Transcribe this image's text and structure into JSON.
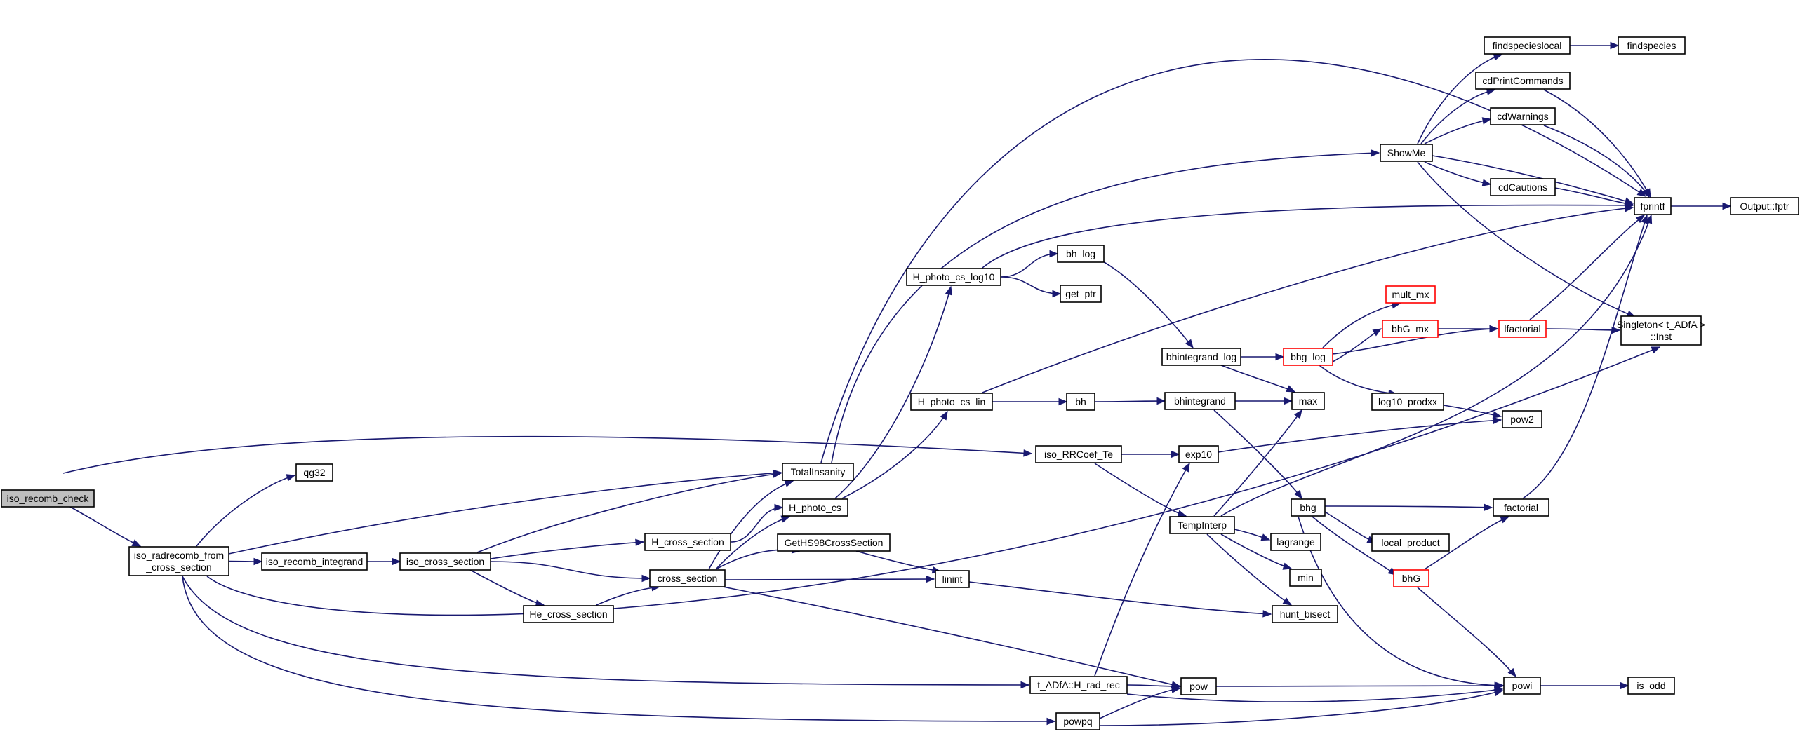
{
  "graph": {
    "nodes": [
      {
        "id": "iso_recomb_check",
        "lines": [
          "iso_recomb_check"
        ],
        "root": true
      },
      {
        "id": "iso_radrecomb_from_cross_section",
        "lines": [
          "iso_radrecomb_from",
          "_cross_section"
        ]
      },
      {
        "id": "qg32",
        "lines": [
          "qg32"
        ]
      },
      {
        "id": "iso_recomb_integrand",
        "lines": [
          "iso_recomb_integrand"
        ]
      },
      {
        "id": "iso_cross_section",
        "lines": [
          "iso_cross_section"
        ]
      },
      {
        "id": "TotalInsanity",
        "lines": [
          "TotalInsanity"
        ]
      },
      {
        "id": "H_photo_cs",
        "lines": [
          "H_photo_cs"
        ]
      },
      {
        "id": "H_cross_section",
        "lines": [
          "H_cross_section"
        ]
      },
      {
        "id": "cross_section",
        "lines": [
          "cross_section"
        ]
      },
      {
        "id": "He_cross_section",
        "lines": [
          "He_cross_section"
        ]
      },
      {
        "id": "GetHS98CrossSection",
        "lines": [
          "GetHS98CrossSection"
        ]
      },
      {
        "id": "H_photo_cs_log10",
        "lines": [
          "H_photo_cs_log10"
        ]
      },
      {
        "id": "H_photo_cs_lin",
        "lines": [
          "H_photo_cs_lin"
        ]
      },
      {
        "id": "bh_log",
        "lines": [
          "bh_log"
        ]
      },
      {
        "id": "get_ptr",
        "lines": [
          "get_ptr"
        ]
      },
      {
        "id": "bh",
        "lines": [
          "bh"
        ]
      },
      {
        "id": "iso_RRCoef_Te",
        "lines": [
          "iso_RRCoef_Te"
        ]
      },
      {
        "id": "t_ADfA_H_rad_rec",
        "lines": [
          "t_ADfA::H_rad_rec"
        ]
      },
      {
        "id": "powpq",
        "lines": [
          "powpq"
        ]
      },
      {
        "id": "exp10",
        "lines": [
          "exp10"
        ]
      },
      {
        "id": "linint",
        "lines": [
          "linint"
        ]
      },
      {
        "id": "pow",
        "lines": [
          "pow"
        ]
      },
      {
        "id": "bhintegrand_log",
        "lines": [
          "bhintegrand_log"
        ]
      },
      {
        "id": "bhintegrand",
        "lines": [
          "bhintegrand"
        ]
      },
      {
        "id": "TempInterp",
        "lines": [
          "TempInterp"
        ]
      },
      {
        "id": "max",
        "lines": [
          "max"
        ]
      },
      {
        "id": "bhg",
        "lines": [
          "bhg"
        ]
      },
      {
        "id": "lagrange",
        "lines": [
          "lagrange"
        ]
      },
      {
        "id": "min",
        "lines": [
          "min"
        ]
      },
      {
        "id": "hunt_bisect",
        "lines": [
          "hunt_bisect"
        ]
      },
      {
        "id": "bhg_log",
        "lines": [
          "bhg_log"
        ],
        "red": true
      },
      {
        "id": "mult_mx",
        "lines": [
          "mult_mx"
        ],
        "red": true
      },
      {
        "id": "bhG_mx",
        "lines": [
          "bhG_mx"
        ],
        "red": true
      },
      {
        "id": "log10_prodxx",
        "lines": [
          "log10_prodxx"
        ]
      },
      {
        "id": "local_product",
        "lines": [
          "local_product"
        ]
      },
      {
        "id": "bhG",
        "lines": [
          "bhG"
        ],
        "red": true
      },
      {
        "id": "ShowMe",
        "lines": [
          "ShowMe"
        ]
      },
      {
        "id": "findspecieslocal",
        "lines": [
          "findspecieslocal"
        ]
      },
      {
        "id": "cdPrintCommands",
        "lines": [
          "cdPrintCommands"
        ]
      },
      {
        "id": "cdWarnings",
        "lines": [
          "cdWarnings"
        ]
      },
      {
        "id": "cdCautions",
        "lines": [
          "cdCautions"
        ]
      },
      {
        "id": "lfactorial",
        "lines": [
          "lfactorial"
        ],
        "red": true
      },
      {
        "id": "pow2",
        "lines": [
          "pow2"
        ]
      },
      {
        "id": "factorial",
        "lines": [
          "factorial"
        ]
      },
      {
        "id": "powi",
        "lines": [
          "powi"
        ]
      },
      {
        "id": "findspecies",
        "lines": [
          "findspecies"
        ]
      },
      {
        "id": "fprintf",
        "lines": [
          "fprintf"
        ]
      },
      {
        "id": "Singleton_Inst",
        "lines": [
          "Singleton< t_ADfA >",
          "::Inst"
        ]
      },
      {
        "id": "Output_fptr",
        "lines": [
          "Output::fptr"
        ]
      },
      {
        "id": "is_odd",
        "lines": [
          "is_odd"
        ]
      }
    ],
    "edges": [
      [
        "iso_recomb_check",
        "iso_radrecomb_from_cross_section"
      ],
      [
        "iso_recomb_check",
        "iso_RRCoef_Te"
      ],
      [
        "iso_radrecomb_from_cross_section",
        "qg32"
      ],
      [
        "iso_radrecomb_from_cross_section",
        "iso_recomb_integrand"
      ],
      [
        "iso_radrecomb_from_cross_section",
        "TotalInsanity"
      ],
      [
        "iso_radrecomb_from_cross_section",
        "Singleton_Inst"
      ],
      [
        "iso_radrecomb_from_cross_section",
        "t_ADfA_H_rad_rec"
      ],
      [
        "iso_radrecomb_from_cross_section",
        "powpq"
      ],
      [
        "iso_recomb_integrand",
        "iso_cross_section"
      ],
      [
        "iso_cross_section",
        "TotalInsanity"
      ],
      [
        "iso_cross_section",
        "H_cross_section"
      ],
      [
        "iso_cross_section",
        "cross_section"
      ],
      [
        "iso_cross_section",
        "He_cross_section"
      ],
      [
        "H_cross_section",
        "H_photo_cs"
      ],
      [
        "He_cross_section",
        "cross_section"
      ],
      [
        "cross_section",
        "TotalInsanity"
      ],
      [
        "cross_section",
        "H_photo_cs"
      ],
      [
        "cross_section",
        "GetHS98CrossSection"
      ],
      [
        "cross_section",
        "linint"
      ],
      [
        "cross_section",
        "pow"
      ],
      [
        "GetHS98CrossSection",
        "linint"
      ],
      [
        "H_photo_cs",
        "H_photo_cs_log10"
      ],
      [
        "H_photo_cs",
        "H_photo_cs_lin"
      ],
      [
        "H_photo_cs_log10",
        "bh_log"
      ],
      [
        "H_photo_cs_log10",
        "get_ptr"
      ],
      [
        "H_photo_cs_log10",
        "fprintf"
      ],
      [
        "H_photo_cs_lin",
        "bh"
      ],
      [
        "H_photo_cs_lin",
        "fprintf"
      ],
      [
        "bh_log",
        "bhintegrand_log"
      ],
      [
        "bh",
        "bhintegrand"
      ],
      [
        "TotalInsanity",
        "fprintf"
      ],
      [
        "TotalInsanity",
        "ShowMe"
      ],
      [
        "iso_RRCoef_Te",
        "exp10"
      ],
      [
        "iso_RRCoef_Te",
        "TempInterp"
      ],
      [
        "t_ADfA_H_rad_rec",
        "exp10"
      ],
      [
        "t_ADfA_H_rad_rec",
        "pow"
      ],
      [
        "t_ADfA_H_rad_rec",
        "powi"
      ],
      [
        "powpq",
        "pow"
      ],
      [
        "powpq",
        "powi"
      ],
      [
        "exp10",
        "pow2"
      ],
      [
        "linint",
        "hunt_bisect"
      ],
      [
        "pow",
        "powi"
      ],
      [
        "bhintegrand_log",
        "bhg_log"
      ],
      [
        "bhintegrand_log",
        "max"
      ],
      [
        "bhintegrand",
        "max"
      ],
      [
        "bhintegrand",
        "bhg"
      ],
      [
        "TempInterp",
        "max"
      ],
      [
        "TempInterp",
        "lagrange"
      ],
      [
        "TempInterp",
        "min"
      ],
      [
        "TempInterp",
        "hunt_bisect"
      ],
      [
        "TempInterp",
        "fprintf"
      ],
      [
        "bhg_log",
        "mult_mx"
      ],
      [
        "bhg_log",
        "bhG_mx"
      ],
      [
        "bhg_log",
        "log10_prodxx"
      ],
      [
        "bhg_log",
        "lfactorial"
      ],
      [
        "bhG_mx",
        "lfactorial"
      ],
      [
        "log10_prodxx",
        "pow2"
      ],
      [
        "bhg",
        "factorial"
      ],
      [
        "bhg",
        "local_product"
      ],
      [
        "bhg",
        "bhG"
      ],
      [
        "bhg",
        "powi"
      ],
      [
        "bhG",
        "factorial"
      ],
      [
        "bhG",
        "powi"
      ],
      [
        "ShowMe",
        "findspecieslocal"
      ],
      [
        "ShowMe",
        "cdPrintCommands"
      ],
      [
        "ShowMe",
        "cdWarnings"
      ],
      [
        "ShowMe",
        "cdCautions"
      ],
      [
        "ShowMe",
        "fprintf"
      ],
      [
        "ShowMe",
        "Singleton_Inst"
      ],
      [
        "findspecieslocal",
        "findspecies"
      ],
      [
        "cdPrintCommands",
        "fprintf"
      ],
      [
        "cdWarnings",
        "fprintf"
      ],
      [
        "cdCautions",
        "fprintf"
      ],
      [
        "lfactorial",
        "fprintf"
      ],
      [
        "lfactorial",
        "Singleton_Inst"
      ],
      [
        "factorial",
        "fprintf"
      ],
      [
        "fprintf",
        "Output_fptr"
      ],
      [
        "powi",
        "is_odd"
      ]
    ]
  },
  "colors": {
    "edge": "#191970",
    "root_fill": "#bfbfbf",
    "red_border": "#ff0000"
  }
}
